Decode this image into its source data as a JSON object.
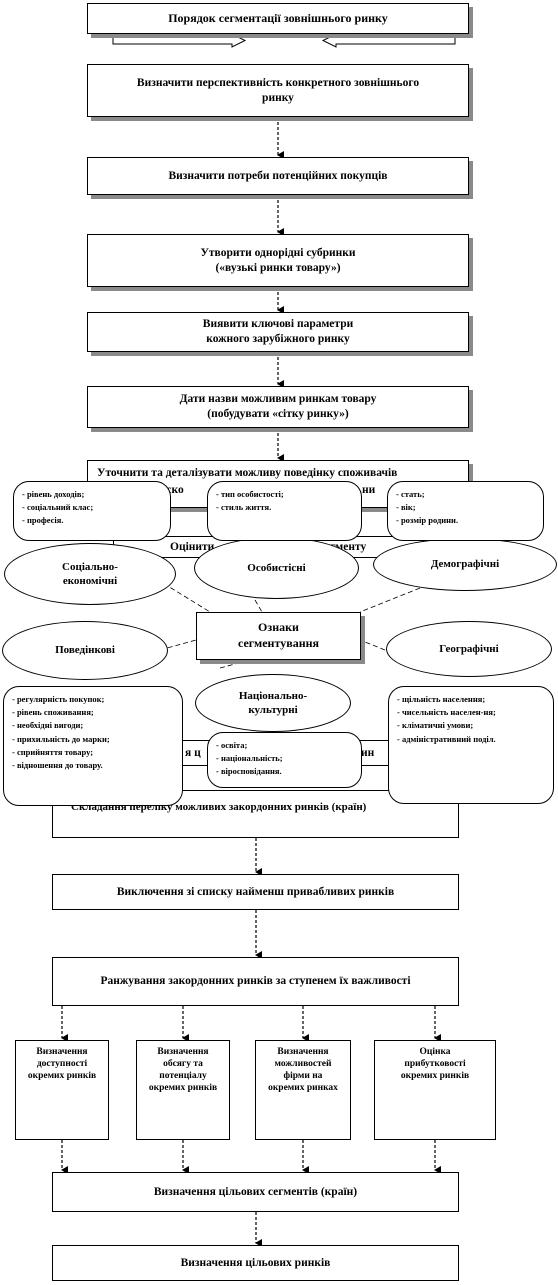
{
  "title": "Порядок сегментації зовнішнього ринку",
  "steps": [
    "Визначити перспективність конкретного зовнішнього\nринку",
    "Визначити потреби потенційних покупців",
    "Утворити однорідні субринки\n(«вузькі ринки товару»)",
    "Виявити ключові параметри\nкожного зарубіжного ринку",
    "Дати назви можливим ринкам товару\n(побудувати «сітку ринку»)"
  ],
  "clarify_visible": "Уточнити та деталізувати можливу поведінку споживачів",
  "clarify_line2_visible": "та ско",
  "clarify_line2_right": "ни",
  "assess_visible": "Оцінити",
  "assess_right": "сегменту",
  "hidden_row_left": "я ц",
  "hidden_row_right": "ин",
  "compile_visible": "Складання переліку можливих закордонних ринків (країн)",
  "center_label": "Ознаки\nсегментування",
  "categories": {
    "socio": "Соціально-\nекономічні",
    "personal": "Особистісні",
    "demographic": "Демографічні",
    "behavioral": "Поведінкові",
    "geographic": "Географічні",
    "national": "Національно-\nкультурні"
  },
  "details": {
    "socio": "- рівень доходів;\n- соціальний клас;\n- професія.",
    "personal": "- тип особистості;\n- стиль життя.",
    "demographic": "- стать;\n- вік;\n- розмір родини.",
    "behavioral": "- регулярність покупок;\n- рівень споживання;\n- необхідні вигоди;\n- прихильність до марки;\n- сприйняття товару;\n- відношення до товару.",
    "national": "- освіта;\n- національність;\n- віросповідання.",
    "geographic": "- щільність населення;\n- чисельність населен-ня;\n- кліматичні умови;\n- адміністративний поділ."
  },
  "exclude": "Виключення зі списку найменш привабливих ринків",
  "ranking": "Ранжування закордонних ринків за ступенем їх важливості",
  "analysis": [
    "Визначення\nдоступності\nокремих ринків",
    "Визначення\nобсягу та\nпотенціалу\nокремих ринків",
    "Визначення\nможливостей\nфірми на\nокремих ринках",
    "Оцінка\nприбутковості\nокремих ринків"
  ],
  "target_segments": "Визначення цільових сегментів (країн)",
  "target_markets": "Визначення цільових ринків"
}
